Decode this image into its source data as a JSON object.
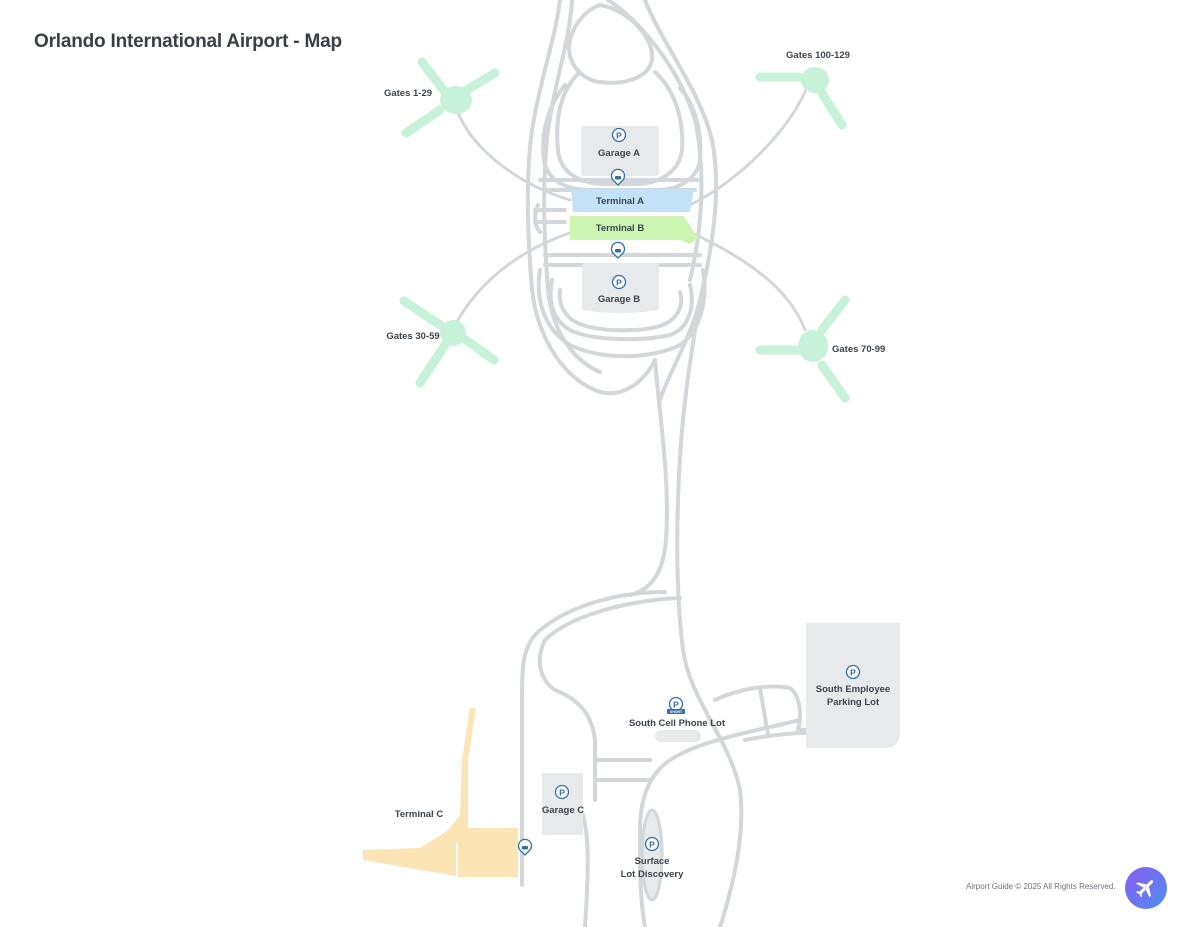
{
  "title": "Orlando International Airport - Map",
  "areas": {
    "gates_1_29": "Gates 1-29",
    "gates_100_129": "Gates 100-129",
    "gates_30_59": "Gates 30-59",
    "gates_70_99": "Gates 70-99",
    "garage_a": "Garage A",
    "terminal_a": "Terminal A",
    "terminal_b": "Terminal B",
    "garage_b": "Garage B",
    "terminal_c": "Terminal C",
    "garage_c": "Garage C",
    "south_cell_phone_lot": "South Cell Phone Lot",
    "south_employee_line1": "South Employee",
    "south_employee_line2": "Parking Lot",
    "surface_lot_line1": "Surface",
    "surface_lot_line2": "Lot Discovery"
  },
  "icons": {
    "parking": "P",
    "short_term_badge": "SHORT"
  },
  "colors": {
    "terminal_a": "#c4e2f7",
    "terminal_b": "#cdf5b2",
    "terminal_c": "#fbe5b4",
    "gates": "#c5f2d9",
    "garage": "#e7e9eb",
    "road": "#d3d7da",
    "pin": "#2f6fae"
  },
  "footer": {
    "copyright": "Airport Guide © 2025 All Rights Reserved."
  }
}
